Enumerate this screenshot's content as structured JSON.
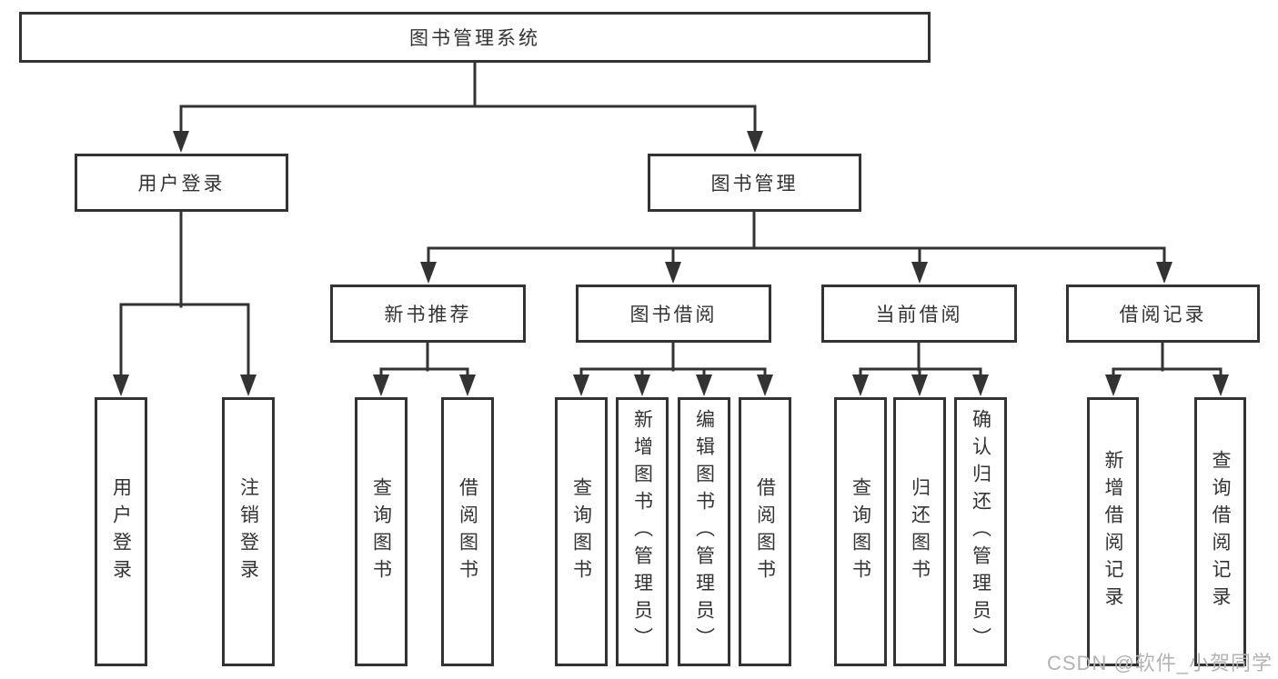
{
  "title": "图书管理系统",
  "level2": {
    "login": "用户登录",
    "mgmt": "图书管理"
  },
  "level3": {
    "rec": "新书推荐",
    "borrow": "图书借阅",
    "current": "当前借阅",
    "records": "借阅记录"
  },
  "leaves": {
    "login": [
      "用户登录",
      "注销登录"
    ],
    "rec": [
      "查询图书",
      "借阅图书"
    ],
    "borrow": [
      "查询图书",
      "新增图书（管理员）",
      "编辑图书（管理员）",
      "借阅图书"
    ],
    "current": [
      "查询图书",
      "归还图书",
      "确认归还（管理员）"
    ],
    "records": [
      "新增借阅记录",
      "查询借阅记录"
    ]
  },
  "watermark": "CSDN @软件_小贺同学",
  "colors": {
    "line": "#333333",
    "box_fill": "#ffffff",
    "text": "#333333",
    "watermark": "#b3b3b3"
  }
}
